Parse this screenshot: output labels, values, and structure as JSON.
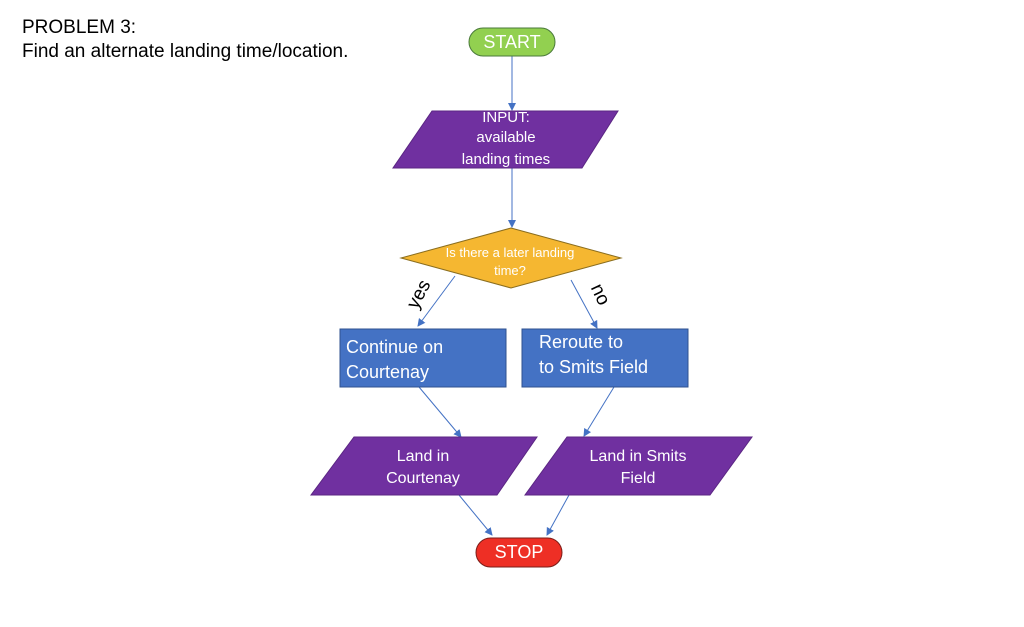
{
  "problem": {
    "title": "PROBLEM 3:",
    "description": "Find an alternate landing time/location."
  },
  "flowchart": {
    "start": "START",
    "input": [
      "INPUT:",
      "available",
      "landing times"
    ],
    "decision": [
      "Is there a later landing",
      "time?"
    ],
    "yes_label": "yes",
    "no_label": "no",
    "continue_box": [
      "Continue on",
      "Courtenay"
    ],
    "reroute_box": [
      "Reroute to",
      "to Smits Field"
    ],
    "land_courtenay": [
      "Land in",
      "Courtenay"
    ],
    "land_smits": [
      "Land in Smits",
      "Field"
    ],
    "stop": "STOP"
  },
  "colors": {
    "start_fill": "#92d050",
    "stop_fill": "#ee2f25",
    "io_fill": "#7030a0",
    "decision_fill": "#f5b731",
    "process_fill": "#4472c4",
    "edge": "#4472c4"
  }
}
